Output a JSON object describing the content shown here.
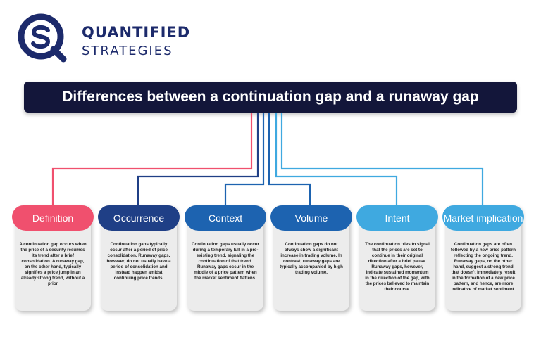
{
  "logo": {
    "line1": "QUANTIFIED",
    "line2": "STRATEGIES"
  },
  "title": "Differences between a continuation gap and a runaway gap",
  "colors": {
    "navy": "#13163a",
    "brand": "#1c2a6b",
    "pink": "#f0506e",
    "dark_blue": "#1f3f86",
    "mid_blue": "#1d63b0",
    "light_blue": "#3fa9e0"
  },
  "cards": [
    {
      "title": "Definition",
      "color": "#f0506e",
      "text": "A continuation gap occurs when the price of a security resumes its trend after a brief consolidation. A runaway gap, on the other hand, typically signifies a price jump in an already strong trend, without a prior"
    },
    {
      "title": "Occurrence",
      "color": "#1f3f86",
      "text": "Continuation gaps typically occur after a period of price consolidation. Runaway gaps, however, do not usually have a period of consolidation and instead happen amidst continuing price trends."
    },
    {
      "title": "Context",
      "color": "#1d63b0",
      "text": "Continuation gaps usually occur during a temporary lull in a pre-existing trend, signaling the continuation of that trend. Runaway gaps occur in the middle of a price pattern when the market sentiment flattens."
    },
    {
      "title": "Volume",
      "color": "#1d63b0",
      "text": "Continuation gaps do not always show a significant increase in trading volume. In contrast, runaway gaps are typically accompanied by high trading volume."
    },
    {
      "title": "Intent",
      "color": "#3fa9e0",
      "text": "The continuation tries to signal that the prices are set to continue in their original direction after a brief pause. Runaway gaps, however, indicate sustained momentum in the direction of the gap, with the prices believed to maintain their course."
    },
    {
      "title": "Market implication",
      "color": "#3fa9e0",
      "text": "Continuation gaps are often followed by a new price pattern reflecting the ongoing trend. Runaway gaps, on the other hand, suggest a strong trend that doesn't immediately result in the formation of a new price pattern, and hence, are more indicative of market sentiment."
    }
  ]
}
